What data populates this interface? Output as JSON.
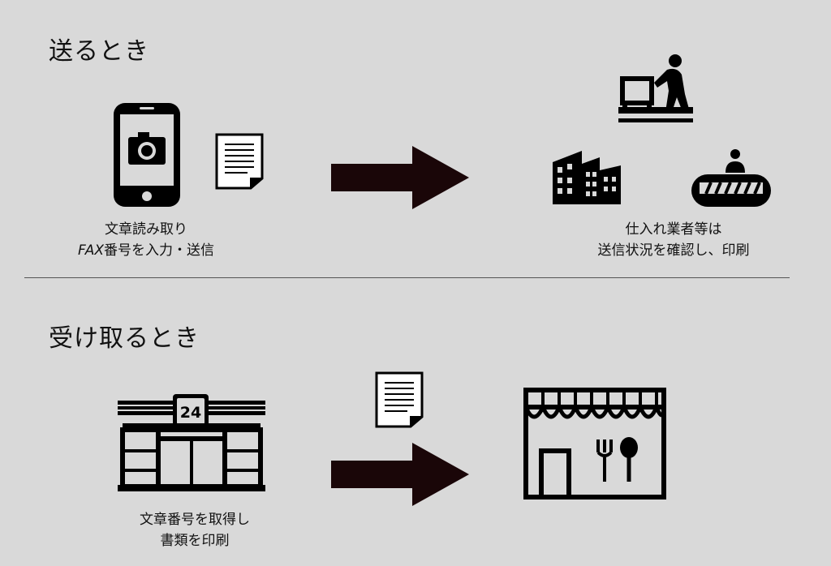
{
  "colors": {
    "background": "#d9d9d9",
    "icon": "#000000",
    "arrow": "#1a0608"
  },
  "send": {
    "heading": "送るとき",
    "left_caption": {
      "line1": "文章読み取り",
      "line2_fax": "FAX",
      "line2_rest": "番号を入力・送信"
    },
    "right_caption": {
      "line1": "仕入れ業者等は",
      "line2": "送信状況を確認し、印刷"
    }
  },
  "receive": {
    "heading": "受け取るとき",
    "store_sign": "24",
    "left_caption": {
      "line1": "文章番号を取得し",
      "line2": "書類を印刷"
    }
  },
  "icons": [
    "smartphone-camera-icon",
    "document-icon",
    "arrow-right-icon",
    "delivery-worker-icon",
    "office-buildings-icon",
    "conveyor-worker-icon",
    "convenience-store-icon",
    "restaurant-icon"
  ]
}
